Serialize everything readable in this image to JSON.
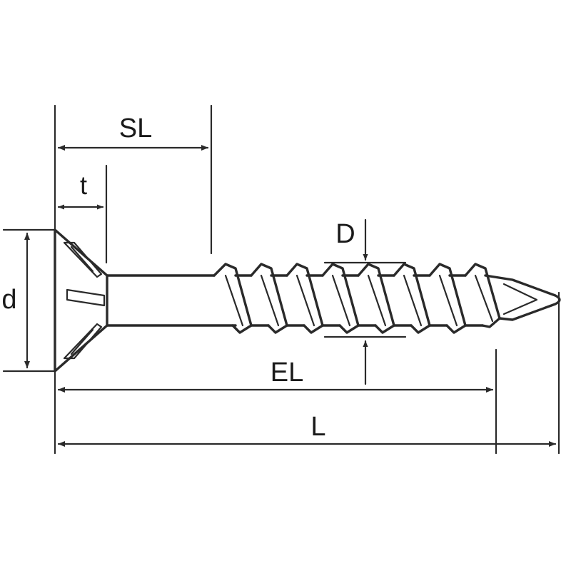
{
  "labels": {
    "SL": "SL",
    "t": "t",
    "d": "d",
    "D": "D",
    "EL": "EL",
    "L": "L"
  },
  "colors": {
    "line": "#2a2a2a",
    "background": "#ffffff"
  }
}
